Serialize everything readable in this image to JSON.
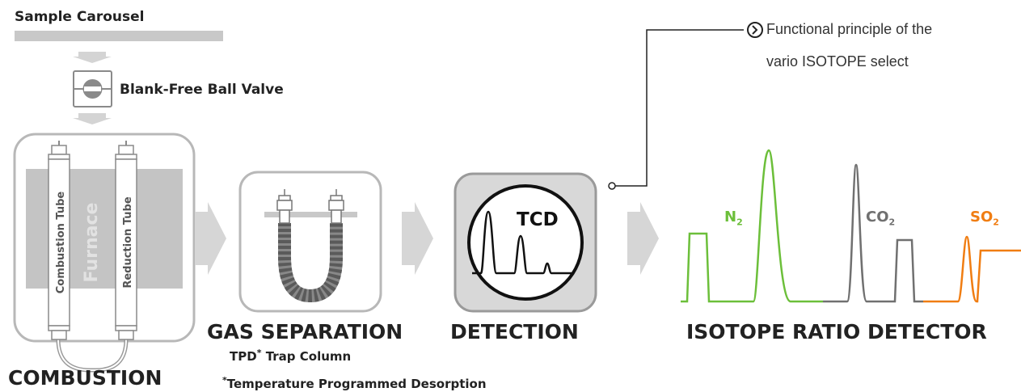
{
  "diagram": {
    "sample_carousel": "Sample Carousel",
    "ball_valve": "Blank-Free Ball Valve",
    "combustion_tube": "Combustion Tube",
    "furnace": "Furnace",
    "reduction_tube": "Reduction Tube",
    "combustion": "COMBUSTION",
    "gas_separation": "GAS SEPARATION",
    "tpd_prefix": "TPD",
    "tpd_suffix": "Trap Column",
    "asterisk": "*",
    "footnote": "Temperature Programmed Desorption",
    "tcd": "TCD",
    "detection": "DETECTION",
    "irms": "ISOTOPE RATIO DETECTOR",
    "link_line1": "Functional principle of the",
    "link_line2": "vario ISOTOPE select",
    "gases": [
      {
        "base": "N",
        "sub": "2",
        "color": "#6cbf3a"
      },
      {
        "base": "CO",
        "sub": "2",
        "color": "#707070"
      },
      {
        "base": "SO",
        "sub": "2",
        "color": "#f07d12"
      }
    ],
    "colors": {
      "green": "#6cbf3a",
      "gray": "#707070",
      "orange": "#f07d12",
      "light_gray": "#d0d0d0"
    }
  }
}
